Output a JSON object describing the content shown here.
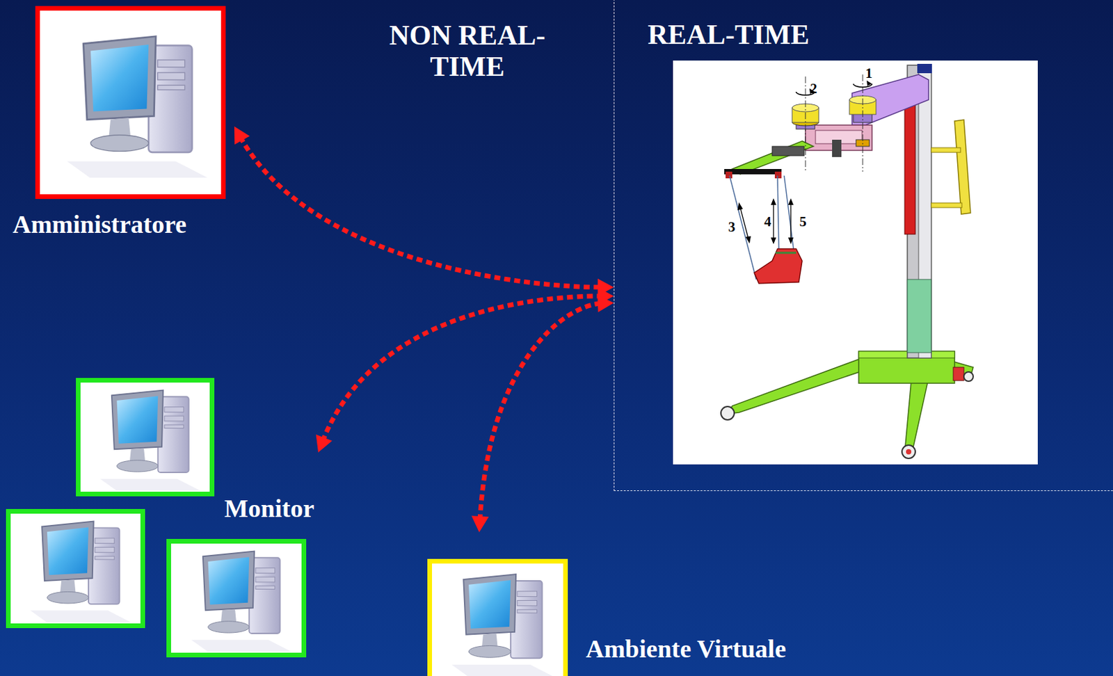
{
  "diagram": {
    "nodes": [
      {
        "text": [
          "Amministratore"
        ]
      },
      {
        "text": [
          "Monitor"
        ]
      },
      {
        "text": [
          "Ambiente Virtuale"
        ]
      },
      {
        "text": [
          "REAL-TIME"
        ]
      }
    ],
    "edges": [
      {
        "from": 0,
        "to": 3,
        "arrow": "both"
      },
      {
        "from": 1,
        "to": 3,
        "arrow": "both"
      },
      {
        "from": 2,
        "to": 3,
        "arrow": "both"
      }
    ],
    "labels": [
      "NON REAL-TIME",
      "1",
      "2",
      "3",
      "4",
      "5"
    ]
  }
}
